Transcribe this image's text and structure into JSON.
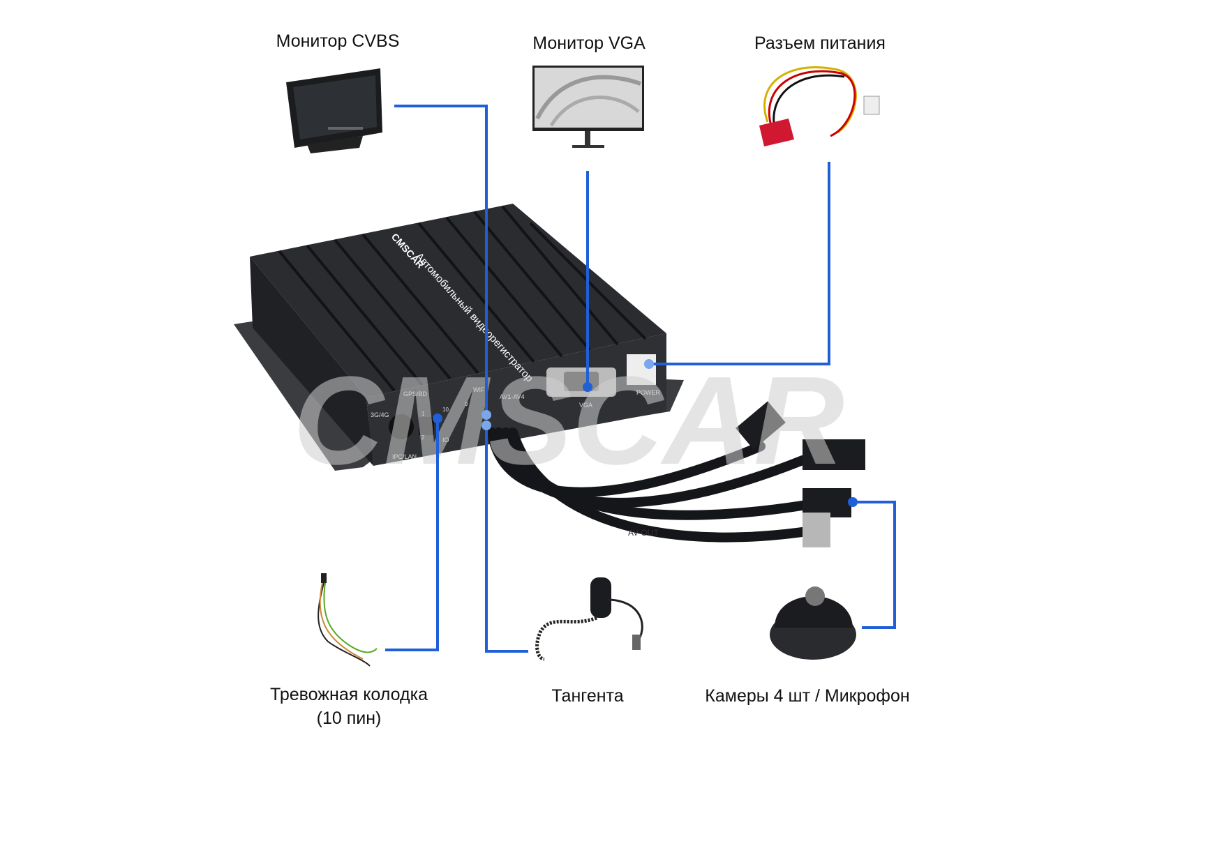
{
  "labels": {
    "cvbs_monitor": "Монитор CVBS",
    "vga_monitor": "Монитор VGA",
    "power_connector": "Разъем питания",
    "alarm_block_line1": "Тревожная колодка",
    "alarm_block_line2": "(10 пин)",
    "ptt_handset": "Тангента",
    "cameras_mic": "Камеры 4 шт / Микрофон"
  },
  "device": {
    "brand": "CMSCAR",
    "caption": "Автомобильный видеорегистратор",
    "ports": {
      "gps": "GPS/BD",
      "g3g4": "3G/4G",
      "ipc": "IPC/LAN",
      "wifi": "WIFI",
      "av": "AV1-AV4",
      "vga": "VGA",
      "power": "POWER",
      "io": "IO",
      "pin1": "1",
      "pin2": "2",
      "pin9": "9",
      "pin10": "10"
    },
    "cable_tag": "AV OUT"
  },
  "watermark": "CMSCAR",
  "colors": {
    "connector_line": "#1f5fd8",
    "device_body": "#2a2c30"
  }
}
